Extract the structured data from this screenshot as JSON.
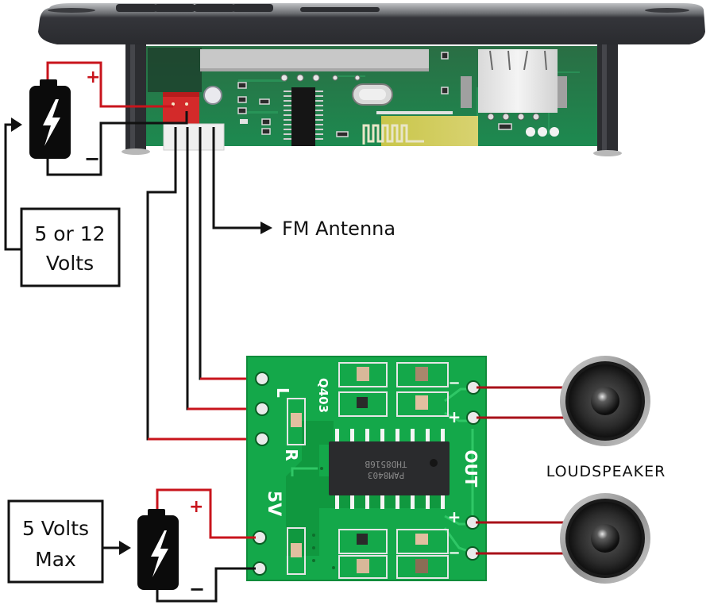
{
  "diagram": {
    "title": "MP3 Bluetooth decoder module wiring with PAM8403 amplifier",
    "labels": {
      "supply_main": {
        "line1": "5 or 12",
        "line2": "Volts"
      },
      "supply_amp": {
        "line1": "5 Volts",
        "line2": "Max"
      },
      "fm_antenna": "FM Antenna",
      "loudspeaker": "LOUDSPEAKER",
      "battery_main_plus": "+",
      "battery_main_minus": "−",
      "battery_amp_plus": "+",
      "battery_amp_minus": "−"
    },
    "amp_board": {
      "silk_l": "L",
      "silk_r": "R",
      "silk_5v": "5V",
      "silk_out": "OUT",
      "silk_q": "Q403",
      "silk_plus_top": "+",
      "silk_minus_top": "−",
      "silk_plus_bottom": "+",
      "silk_minus_bottom": "−",
      "chip_line1": "PAM8403",
      "chip_line2": "THD8516B"
    },
    "icons": {
      "battery": "battery-bolt-icon",
      "speaker": "loudspeaker-icon",
      "bluetooth_antenna": "pcb-antenna-trace"
    },
    "colors": {
      "wire_positive": "#c8141c",
      "wire_signal": "#111111",
      "pcb_green_top": "#1f8a4c",
      "pcb_green_amp": "#14a84a",
      "bezel": "#3a3b40",
      "battery": "#0b0b0b"
    }
  }
}
